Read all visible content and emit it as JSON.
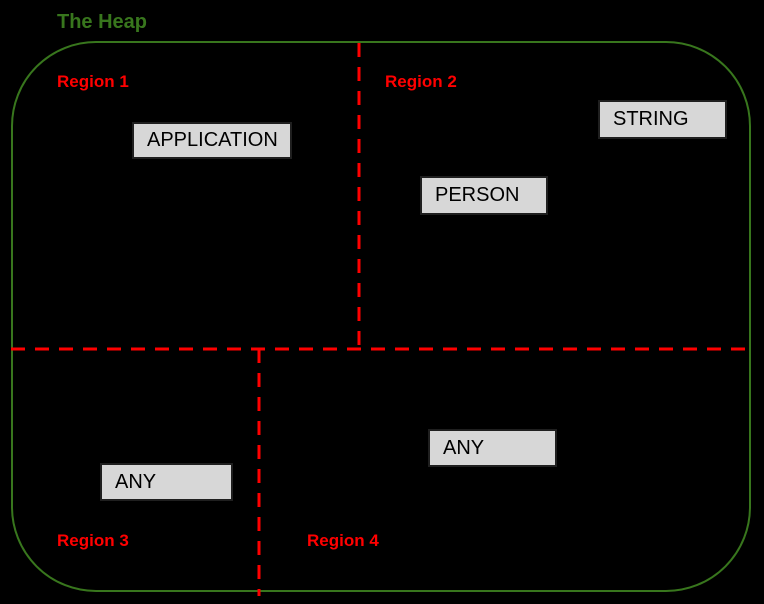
{
  "diagram": {
    "title": "The Heap",
    "colors": {
      "background": "#000000",
      "heap_border_green": "#38761d",
      "divider_red": "#ff0000",
      "box_fill": "#d7d7d7",
      "box_border": "#1f1f1f",
      "box_text": "#000000"
    },
    "regions": [
      {
        "label": "Region 1"
      },
      {
        "label": "Region 2"
      },
      {
        "label": "Region 3"
      },
      {
        "label": "Region 4"
      }
    ],
    "boxes": [
      {
        "label": "APPLICATION",
        "region": "Region 1"
      },
      {
        "label": "STRING",
        "region": "Region 2"
      },
      {
        "label": "PERSON",
        "region": "Region 2"
      },
      {
        "label": "ANY",
        "region": "Region 3"
      },
      {
        "label": "ANY",
        "region": "Region 4"
      }
    ]
  }
}
